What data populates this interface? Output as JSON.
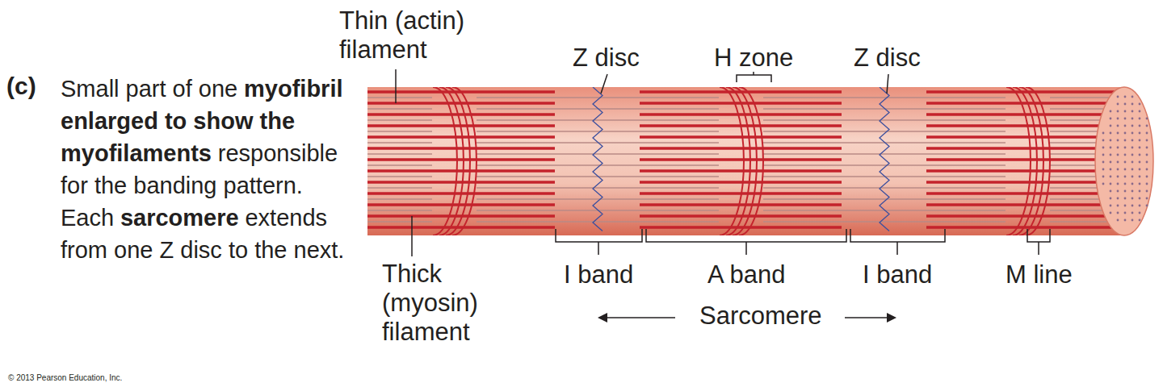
{
  "diagram": {
    "labels": [
      "(c)",
      "Small part of one",
      "myofibril enlarged to show the myofilaments",
      "responsible for the banding pattern. Each",
      "sarcomere",
      "extends from one Z disc to the next.",
      "Thin (actin) filament",
      "Z disc",
      "H zone",
      "Z disc",
      "Thick (myosin) filament",
      "I band",
      "A band",
      "I band",
      "M line",
      "Sarcomere",
      "© 2013 Pearson Education, Inc."
    ]
  }
}
